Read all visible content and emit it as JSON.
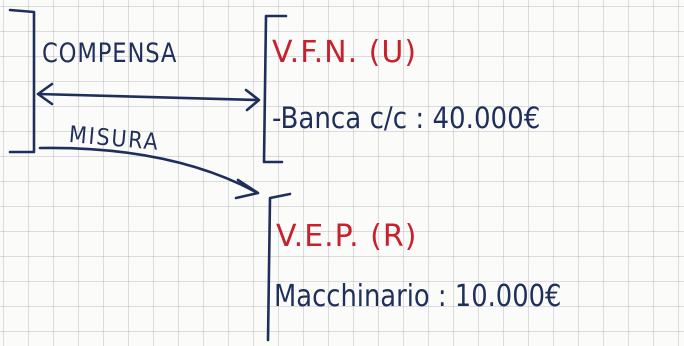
{
  "arrows": {
    "upper_label": "COMPENSA",
    "lower_label": "MISURA"
  },
  "sections": [
    {
      "header": "V.F.N. (U)",
      "line": "-Banca c/c : 40.000€"
    },
    {
      "header": "V.E.P. (R)",
      "line": "Macchinario : 10.000€"
    }
  ],
  "colors": {
    "ink_blue": "#1f2f5c",
    "ink_red": "#c8202c",
    "grid": "#969aa0",
    "paper": "#fbfbf9"
  }
}
